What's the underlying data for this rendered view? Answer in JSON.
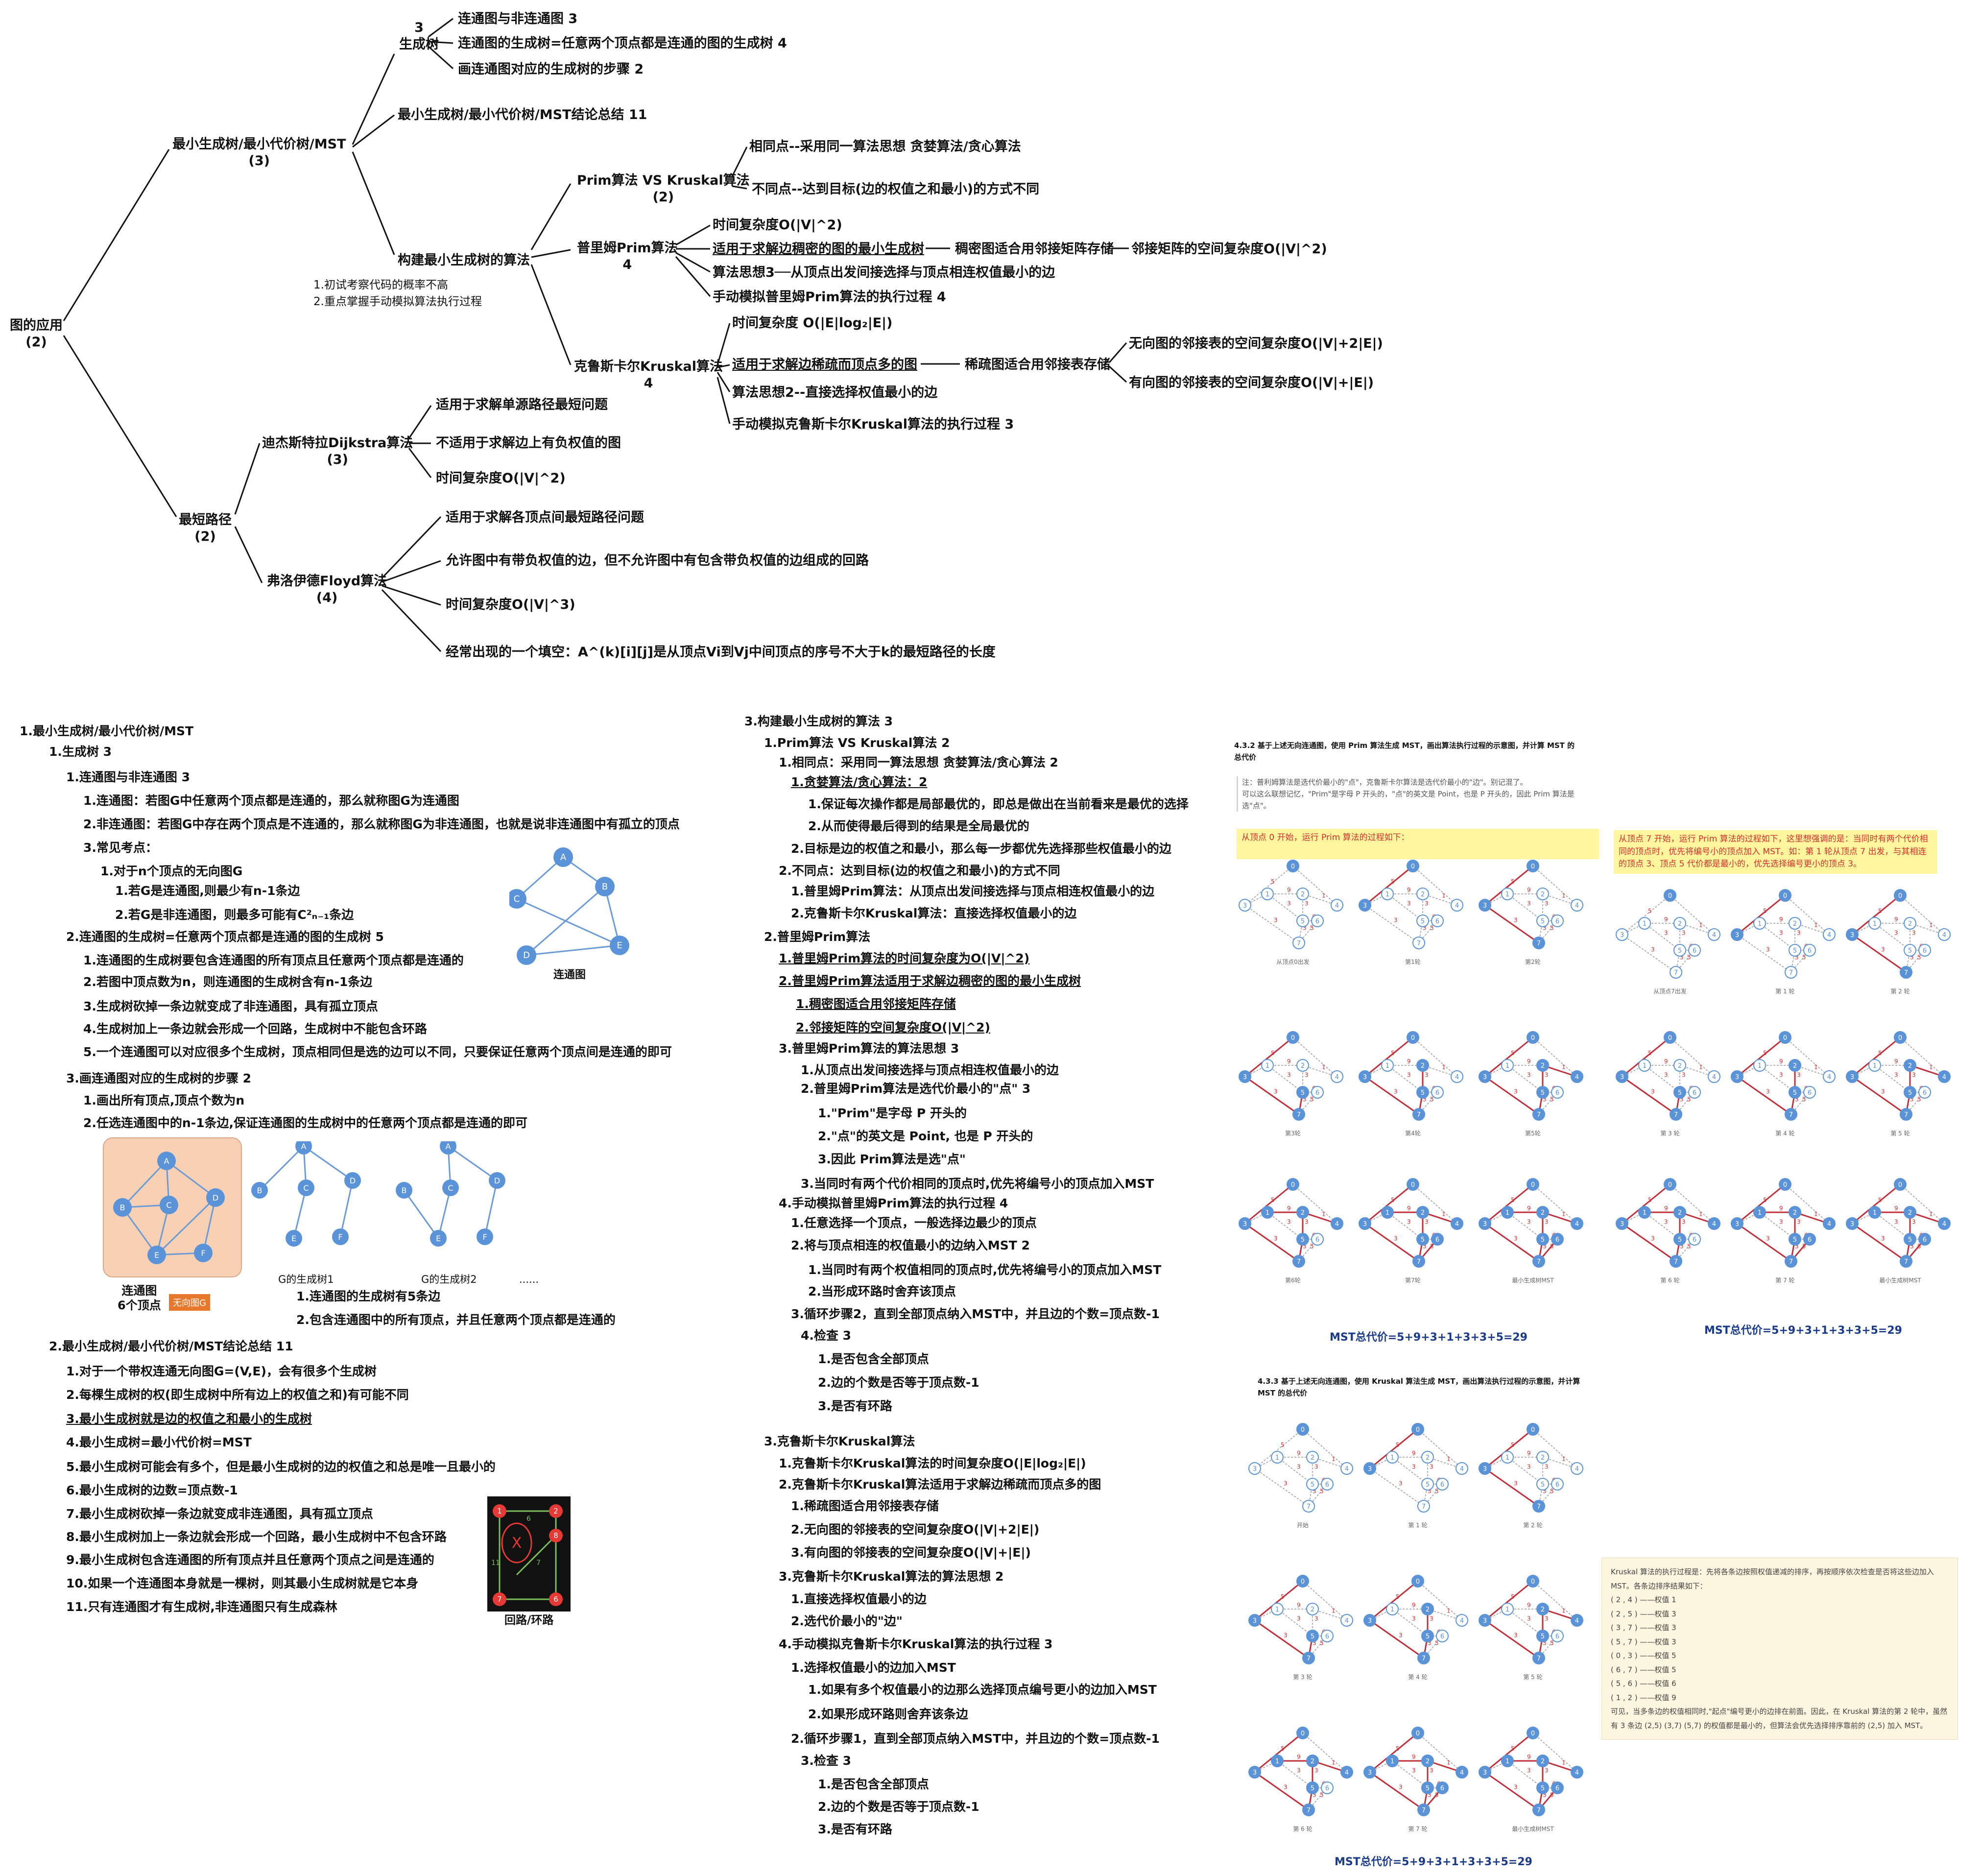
{
  "mindmap": {
    "root": "图的应用\n(2)",
    "mst": "最小生成树/最小代价树/MST\n(3)",
    "span": "3\n生成树",
    "span_items": [
      "连通图与非连通图 3",
      "连通图的生成树=任意两个顶点都是连通的图的生成树 4",
      "画连通图对应的生成树的步骤 2"
    ],
    "mst_summary": "最小生成树/最小代价树/MST结论总结 11",
    "build": "构建最小生成树的算法",
    "build_notes": [
      "1.初试考察代码的概率不高",
      "2.重点掌握手动模拟算法执行过程"
    ],
    "pvk": "Prim算法 VS Kruskal算法\n(2)",
    "pvk_items": [
      "相同点--采用同一算法思想 贪婪算法/贪心算法",
      "不同点--达到目标(边的权值之和最小)的方式不同"
    ],
    "prim": "普里姆Prim算法\n4",
    "prim_items": [
      "时间复杂度O(|V|^2)",
      "适用于求解边稠密的图的最小生成树",
      "算法思想3──从顶点出发间接选择与顶点相连权值最小的边",
      "手动模拟普里姆Prim算法的执行过程 4"
    ],
    "prim_dense": "稠密图适合用邻接矩阵存储",
    "prim_dense2": "邻接矩阵的空间复杂度O(|V|^2)",
    "kruskal": "克鲁斯卡尔Kruskal算法\n4",
    "kruskal_items": [
      "时间复杂度  O(|E|log₂|E|)",
      "适用于求解边稀疏而顶点多的图",
      "算法思想2--直接选择权值最小的边",
      "手动模拟克鲁斯卡尔Kruskal算法的执行过程 3"
    ],
    "kruskal_sparse": "稀疏图适合用邻接表存储",
    "kruskal_sparse_items": [
      "无向图的邻接表的空间复杂度O(|V|+2|E|)",
      "有向图的邻接表的空间复杂度O(|V|+|E|)"
    ],
    "shortest": "最短路径\n(2)",
    "dijkstra": "迪杰斯特拉Dijkstra算法\n(3)",
    "dijkstra_items": [
      "适用于求解单源路径最短问题",
      "不适用于求解边上有负权值的图",
      "时间复杂度O(|V|^2)"
    ],
    "floyd": "弗洛伊德Floyd算法\n(4)",
    "floyd_items": [
      "适用于求解各顶点间最短路径问题",
      "允许图中有带负权值的边，但不允许图中有包含带负权值的边组成的回路",
      "时间复杂度O(|V|^3)",
      "经常出现的一个填空：A^(k)[i][j]是从顶点Vi到Vj中间顶点的序号不大于k的最短路径的长度"
    ]
  },
  "outline_left": [
    "1.最小生成树/最小代价树/MST",
    "1.生成树 3",
    "1.连通图与非连通图 3",
    "1.连通图：若图G中任意两个顶点都是连通的，那么就称图G为连通图",
    "2.非连通图：若图G中存在两个顶点是不连通的，那么就称图G为非连通图，也就是说非连通图中有孤立的顶点",
    "3.常见考点：",
    "1.对于n个顶点的无向图G",
    "1.若G是连通图,则最少有n-1条边",
    "2.若G是非连通图，则最多可能有C²ₙ₋₁条边",
    "2.连通图的生成树=任意两个顶点都是连通的图的生成树 5",
    "1.连通图的生成树要包含连通图的所有顶点且任意两个顶点都是连通的",
    "2.若图中顶点数为n，则连通图的生成树含有n-1条边",
    "3.生成树砍掉一条边就变成了非连通图，具有孤立顶点",
    "4.生成树加上一条边就会形成一个回路，生成树中不能包含环路",
    "5.一个连通图可以对应很多个生成树，顶点相同但是选的边可以不同，只要保证任意两个顶点间是连通的即可",
    "3.画连通图对应的生成树的步骤 2",
    "1.画出所有顶点,顶点个数为n",
    "2.任选连通图中的n-1条边,保证连通图的生成树中的任意两个顶点都是连通的即可",
    "1.连通图的生成树有5条边",
    "2.包含连通图中的所有顶点，并且任意两个顶点都是连通的",
    "2.最小生成树/最小代价树/MST结论总结 11",
    "1.对于一个带权连通无向图G=(V,E)，会有很多个生成树",
    "2.每棵生成树的权(即生成树中所有边上的权值之和)有可能不同",
    "3.最小生成树就是边的权值之和最小的生成树",
    "4.最小生成树=最小代价树=MST",
    "5.最小生成树可能会有多个，但是最小生成树的边的权值之和总是唯一且最小的",
    "6.最小生成树的边数=顶点数-1",
    "7.最小生成树砍掉一条边就变成非连通图，具有孤立顶点",
    "8.最小生成树加上一条边就会形成一个回路，最小生成树中不包含环路",
    "9.最小生成树包含连通图的所有顶点并且任意两个顶点之间是连通的",
    "10.如果一个连通图本身就是一棵树，则其最小生成树就是它本身",
    "11.只有连通图才有生成树,非连通图只有生成森林"
  ],
  "outline_left_labels": {
    "connected": "连通图",
    "connected6": "连通图\n6个顶点",
    "undirected_tag": "无向图G",
    "tree1": "G的生成树1",
    "tree2": "G的生成树2",
    "dots": "......",
    "loop": "回路/环路"
  },
  "outline_mid": [
    "3.构建最小生成树的算法 3",
    "1.Prim算法 VS Kruskal算法 2",
    "1.相同点：采用同一算法思想 贪婪算法/贪心算法 2",
    "1.贪婪算法/贪心算法：2",
    "1.保证每次操作都是局部最优的，即总是做出在当前看来是最优的选择",
    "2.从而使得最后得到的结果是全局最优的",
    "2.目标是边的权值之和最小，那么每一步都优先选择那些权值最小的边",
    "2.不同点：达到目标(边的权值之和最小)的方式不同",
    "1.普里姆Prim算法：从顶点出发间接选择与顶点相连权值最小的边",
    "2.克鲁斯卡尔Kruskal算法：直接选择权值最小的边",
    "2.普里姆Prim算法",
    "1.普里姆Prim算法的时间复杂度为O(|V|^2)",
    "2.普里姆Prim算法适用于求解边稠密的图的最小生成树",
    "1.稠密图适合用邻接矩阵存储",
    "2.邻接矩阵的空间复杂度O(|V|^2)",
    "3.普里姆Prim算法的算法思想 3",
    "1.从顶点出发间接选择与顶点相连权值最小的边",
    "2.普里姆Prim算法是选代价最小的\"点\" 3",
    "1.\"Prim\"是字母 P 开头的",
    "2.\"点\"的英文是 Point, 也是 P 开头的",
    "3.因此 Prim算法是选\"点\"",
    "3.当同时有两个代价相同的顶点时,优先将编号小的顶点加入MST",
    "4.手动模拟普里姆Prim算法的执行过程 4",
    "1.任意选择一个顶点，一般选择边最少的顶点",
    "2.将与顶点相连的权值最小的边纳入MST 2",
    "1.当同时有两个权值相同的顶点时,优先将编号小的顶点加入MST",
    "2.当形成环路时舍弃该顶点",
    "3.循环步骤2，直到全部顶点纳入MST中，并且边的个数=顶点数-1",
    "4.检查 3",
    "1.是否包含全部顶点",
    "2.边的个数是否等于顶点数-1",
    "3.是否有环路",
    "3.克鲁斯卡尔Kruskal算法",
    "1.克鲁斯卡尔Kruskal算法的时间复杂度O(|E|log₂|E|)",
    "2.克鲁斯卡尔Kruskal算法适用于求解边稀疏而顶点多的图",
    "1.稀疏图适合用邻接表存储",
    "2.无向图的邻接表的空间复杂度O(|V|+2|E|)",
    "3.有向图的邻接表的空间复杂度O(|V|+|E|)",
    "3.克鲁斯卡尔Kruskal算法的算法思想 2",
    "1.直接选择权值最小的边",
    "2.选代价最小的\"边\"",
    "4.手动模拟克鲁斯卡尔Kruskal算法的执行过程 3",
    "1.选择权值最小的边加入MST",
    "1.如果有多个权值最小的边那么选择顶点编号更小的边加入MST",
    "2.如果形成环路则舍弃该条边",
    "2.循环步骤1，直到全部顶点纳入MST中，并且边的个数=顶点数-1",
    "3.检查 3",
    "1.是否包含全部顶点",
    "2.边的个数是否等于顶点数-1",
    "3.是否有环路"
  ],
  "prim_panel": {
    "title": "4.3.2 基于上述无向连通图，使用 Prim 算法生成 MST，画出算法执行过程的示意图，并计算 MST 的总代价",
    "note1": "注：普利姆算法是选代价最小的\"点\"，克鲁斯卡尔算法是选代价最小的\"边\"。别记混了。",
    "note2": "可以这么联想记忆，\"Prim\"是字母 P 开头的，\"点\"的英文是 Point，也是 P 开头的，因此 Prim 算法是选\"点\"。",
    "hl_left": "从顶点 0 开始，运行 Prim 算法的过程如下：",
    "hl_right": "从顶点 7 开始，运行 Prim 算法的过程如下，这里想强调的是：当同时有两个代价相同的顶点时，优先将编号小的顶点加入 MST。如：第 1 轮从顶点 7 出发，与其相连的顶点 3、顶点 5 代价都是最小的，优先选择编号更小的顶点 3。",
    "steps_left": [
      "从顶点0出发",
      "第1轮",
      "第2轮",
      "第3轮",
      "第4轮",
      "第5轮",
      "第6轮",
      "第7轮",
      "最小生成树MST"
    ],
    "steps_right": [
      "从顶点7出发",
      "第 1 轮",
      "第 2 轮",
      "第 3 轮",
      "第 4 轮",
      "第 5 轮",
      "第 6 轮",
      "第 7 轮",
      "最小生成树MST"
    ],
    "cost_left": "MST总代价=5+9+3+1+3+3+5=29",
    "cost_right": "MST总代价=5+9+3+1+3+3+5=29"
  },
  "kruskal_panel": {
    "title": "4.3.3 基于上述无向连通图，使用 Kruskal 算法生成 MST，画出算法执行过程的示意图，并计算 MST 的总代价",
    "steps": [
      "开始",
      "第 1 轮",
      "第 2 轮",
      "第 3 轮",
      "第 4 轮",
      "第 5 轮",
      "第 6 轮",
      "第 7 轮",
      "最小生成树MST"
    ],
    "box_lines": [
      "Kruskal 算法的执行过程是：先将各条边按照权值递减的排序，再按顺序依次检查是否将这些边加入 MST。各条边排序结果如下：",
      "( 2 , 4 ) ——权值 1",
      "( 2 , 5 ) ——权值 3",
      "( 3 , 7 ) ——权值 3",
      "( 5 , 7 ) ——权值 3",
      "( 0 , 3 ) ——权值 5",
      "( 6 , 7 ) ——权值 5",
      "( 5 , 6 ) ——权值 6",
      "( 1 , 2 ) ——权值 9",
      "可见，当多条边的权值相同时,\"起点\"编号更小的边排在前面。因此，在 Kruskal 算法的第 2 轮中，虽然有 3 条边 (2,5) (3,7) (5,7) 的权值都是最小的，但算法会优先选择排序靠前的 (2,5) 加入 MST。"
    ],
    "cost": "MST总代价=5+9+3+1+3+3+5=29"
  },
  "graph_labels": {
    "vertices": [
      "A",
      "B",
      "C",
      "D",
      "E",
      "F"
    ],
    "vertices2": [
      "A",
      "B",
      "C",
      "D",
      "E"
    ],
    "nums": [
      "0",
      "1",
      "2",
      "3",
      "4",
      "5",
      "6",
      "7"
    ],
    "weights": [
      "5",
      "9",
      "2",
      "1",
      "1",
      "3",
      "6",
      "3",
      "5",
      "4",
      "3"
    ],
    "loop_nums": [
      "1",
      "2",
      "8",
      "6",
      "7",
      "11",
      "7",
      "6",
      "X",
      "6"
    ]
  },
  "colors": {
    "node": "#5b93d8",
    "mst": "#c0303a",
    "highlight": "#fff59d",
    "peach": "#f8d1b5",
    "tag": "#e8782c"
  }
}
